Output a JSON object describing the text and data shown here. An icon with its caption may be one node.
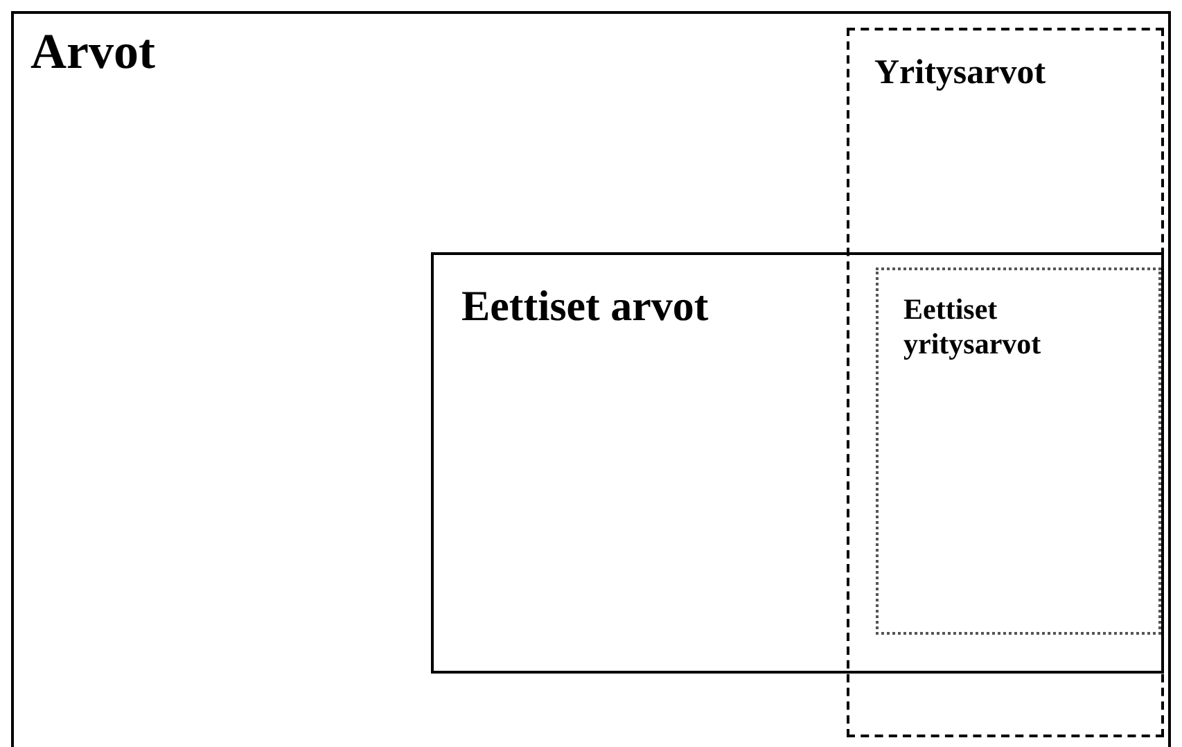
{
  "diagram": {
    "nodes": [
      {
        "text": [
          "Arvot"
        ]
      },
      {
        "text": [
          "Yritysarvot"
        ],
        "in": 0
      },
      {
        "text": [
          "Eettiset arvot"
        ],
        "in": 0
      },
      {
        "text": [
          "Eettiset yritysarvot"
        ]
      }
    ]
  }
}
